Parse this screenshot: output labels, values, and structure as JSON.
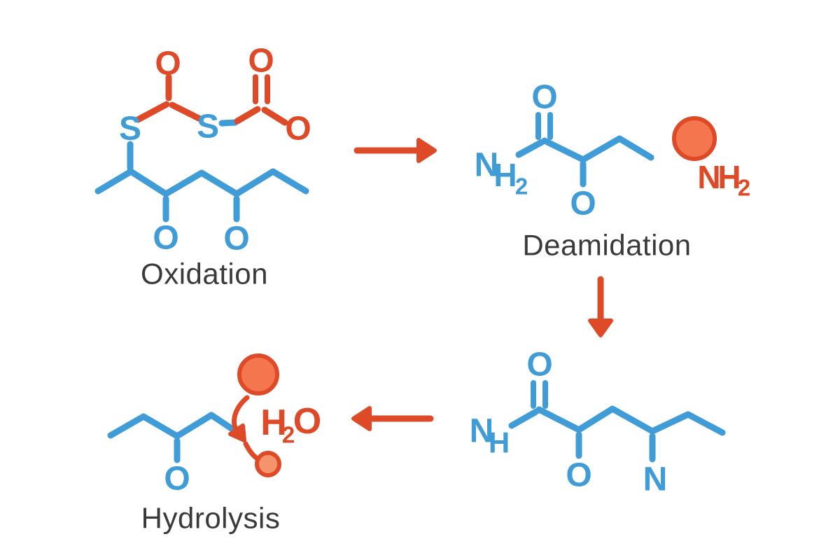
{
  "colors": {
    "background": "#ffffff",
    "blue": "#3F9CD6",
    "red": "#DE4A27",
    "circle_fill": "#F3764E",
    "small_circle_fill": "#F5936D",
    "label": "#3A3A3C"
  },
  "oxidation": {
    "label": "Oxidation",
    "atoms": {
      "s1": "S",
      "s2": "S",
      "o_carbonyl_left": "O",
      "o_carbonyl_right": "O",
      "o_ester": "O",
      "o_chain_left": "O",
      "o_chain_right": "O"
    }
  },
  "deamidation": {
    "label": "Deamidation",
    "atoms": {
      "n": "N",
      "h": "H",
      "h_sub": "2",
      "o_carbonyl": "O",
      "o_chain": "O"
    },
    "released_amine": {
      "n": "N",
      "h": "H",
      "sub": "2"
    }
  },
  "deamidated_product": {
    "atoms": {
      "n": "N",
      "h": "H",
      "o_carbonyl": "O",
      "o_chain": "O",
      "n_chain": "N"
    }
  },
  "hydrolysis": {
    "label": "Hydrolysis",
    "atoms": {
      "o_chain": "O"
    },
    "water": {
      "h": "H",
      "sub": "2",
      "o": "O"
    }
  }
}
